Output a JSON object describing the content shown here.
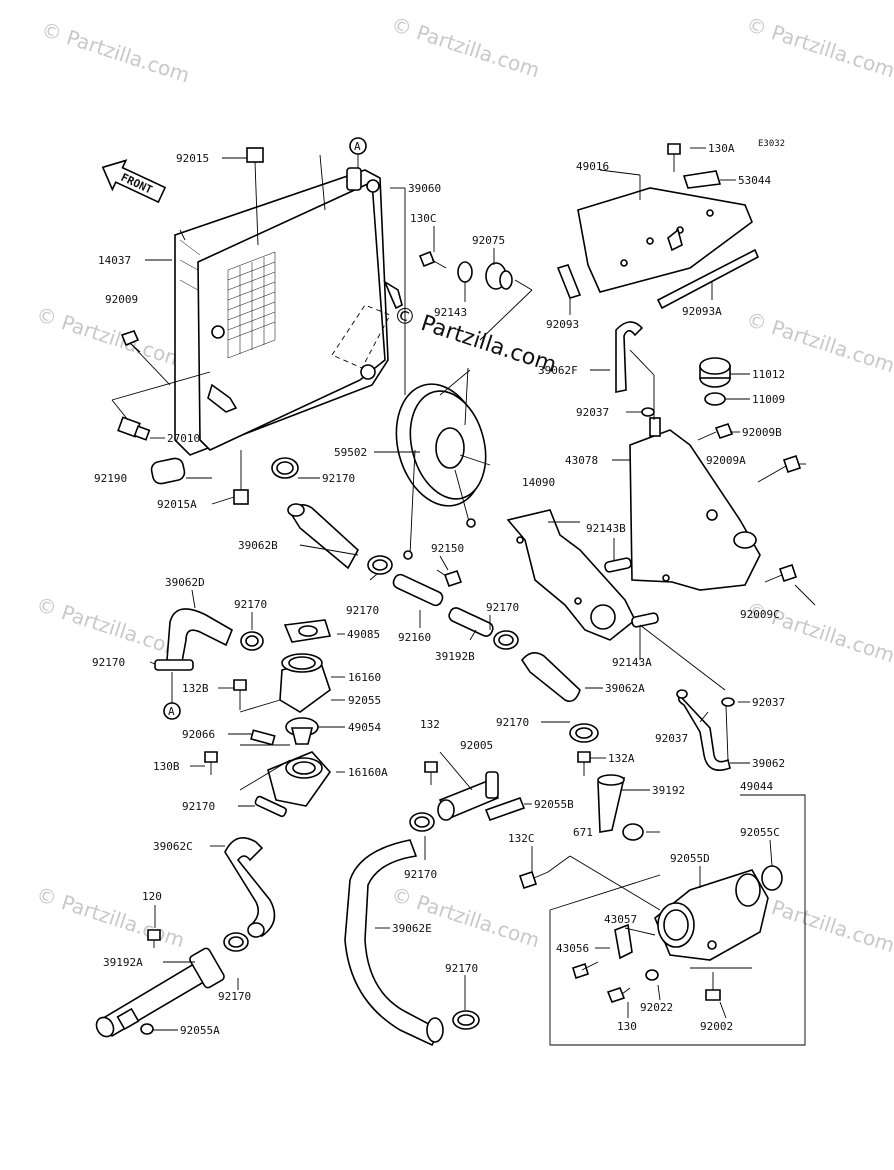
{
  "diagram": {
    "reference_code": "E3032",
    "front_label": "FRONT",
    "watermark": "© Partzilla.com",
    "watermark_center": "© Partzilla.com",
    "callout_marker": "A",
    "parts": {
      "p92015": "92015",
      "p14037": "14037",
      "p92009": "92009",
      "p27010": "27010",
      "p92190": "92190",
      "p92015A": "92015A",
      "p39060": "39060",
      "p130C": "130C",
      "p92075": "92075",
      "p92143": "92143",
      "p49016": "49016",
      "p130A": "130A",
      "p53044": "53044",
      "p92093": "92093",
      "p92093A": "92093A",
      "p39062F": "39062F",
      "p92037a": "92037",
      "p11012": "11012",
      "p11009": "11009",
      "p92009B": "92009B",
      "p43078": "43078",
      "p92009A": "92009A",
      "p59502": "59502",
      "p92170a": "92170",
      "p14090": "14090",
      "p92143B": "92143B",
      "p39062B": "39062B",
      "p92150": "92150",
      "p92009C": "92009C",
      "p39062D": "39062D",
      "p92170b": "92170",
      "p92170c": "92170",
      "p92170d": "92170",
      "p49085": "49085",
      "p92160": "92160",
      "p39192B": "39192B",
      "p92143A": "92143A",
      "p92170e": "92170",
      "p16160": "16160",
      "p132B": "132B",
      "p92055": "92055",
      "p39062A": "39062A",
      "p92037b": "92037",
      "p49054": "49054",
      "p92066": "92066",
      "p132": "132",
      "p92005": "92005",
      "p92170f": "92170",
      "p132A": "132A",
      "p92037c": "92037",
      "p39062": "39062",
      "p130B": "130B",
      "p16160A": "16160A",
      "p92170g": "92170",
      "p92055B": "92055B",
      "p39192": "39192",
      "p49044": "49044",
      "p671": "671",
      "p92055C": "92055C",
      "p39062C": "39062C",
      "p132C": "132C",
      "p92055D": "92055D",
      "p92170h": "92170",
      "p120": "120",
      "p39062E": "39062E",
      "p43057": "43057",
      "p43056": "43056",
      "p39192A": "39192A",
      "p92170i": "92170",
      "p92170j": "92170",
      "p92022": "92022",
      "p92055A": "92055A",
      "p130": "130",
      "p92002": "92002"
    }
  }
}
